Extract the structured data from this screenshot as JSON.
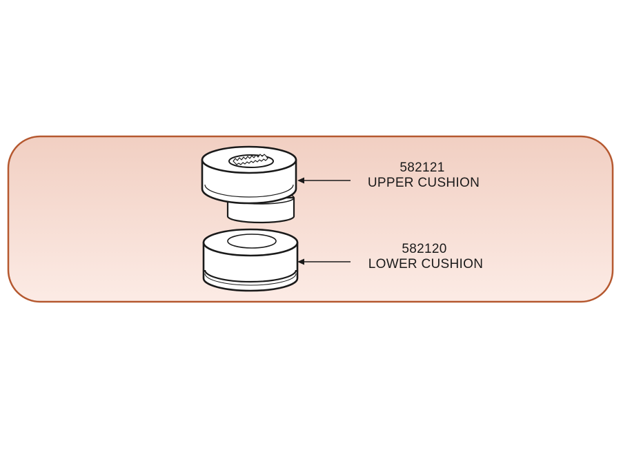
{
  "parts": [
    {
      "part_number": "582121",
      "name": "UPPER CUSHION"
    },
    {
      "part_number": "582120",
      "name": "LOWER CUSHION"
    }
  ],
  "colors": {
    "panel_border": "#b5582f",
    "panel_fill_top": "#f1cfc2",
    "panel_fill_bottom": "#fcebe5",
    "line": "#1a1a1a",
    "part_fill": "#ffffff"
  }
}
